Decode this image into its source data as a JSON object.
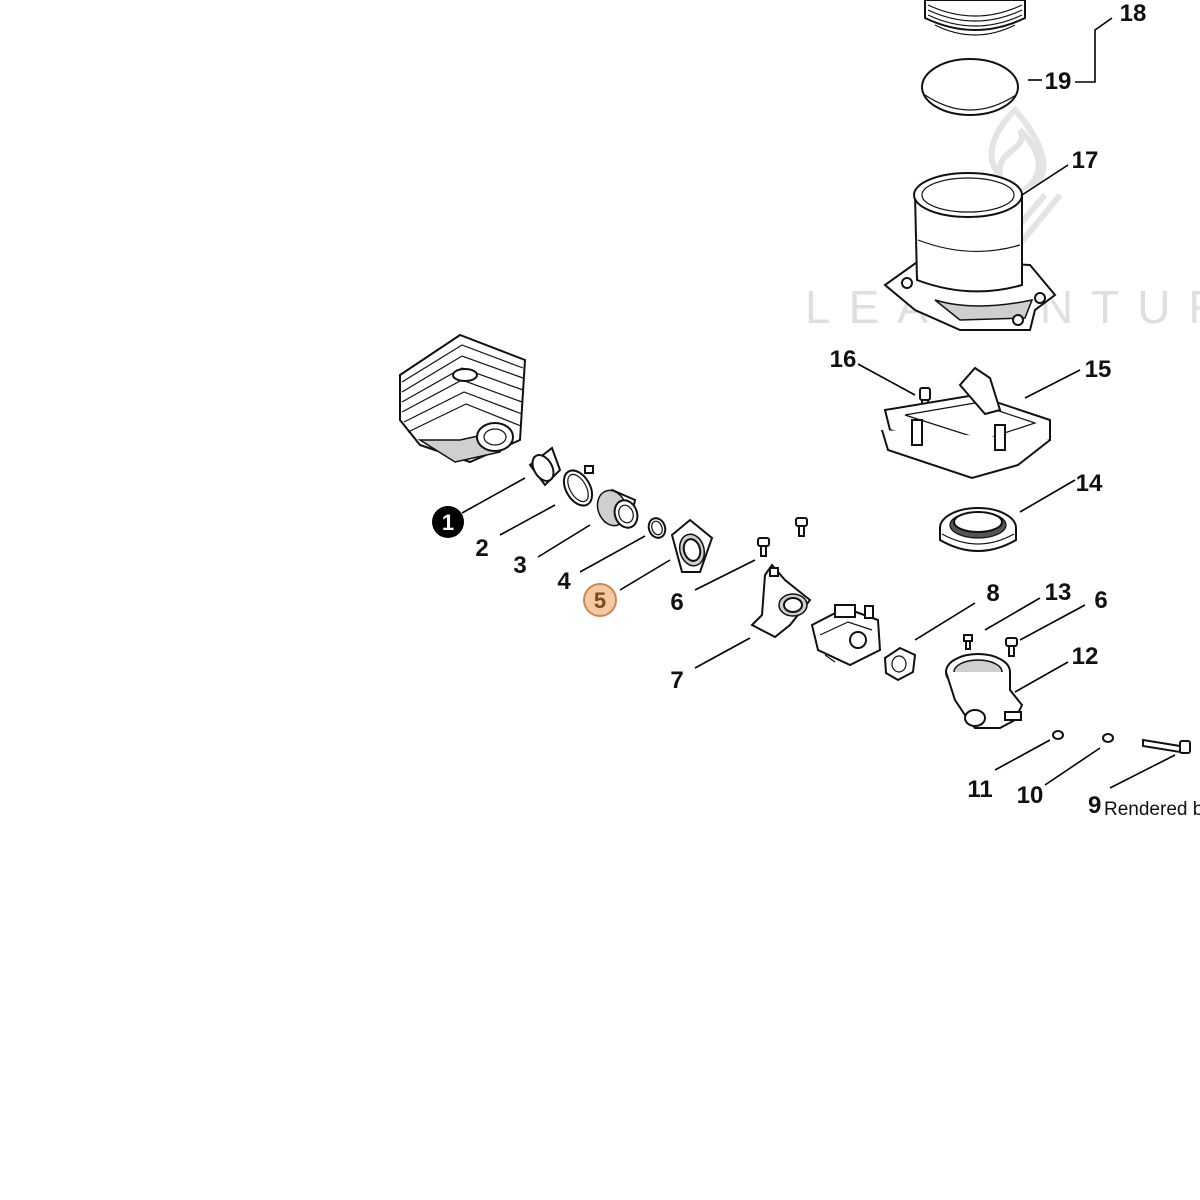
{
  "watermark": {
    "text": "LEAVENTUR"
  },
  "credit": {
    "text": "Rendered by"
  },
  "colors": {
    "highlight_fill": "#f2c9a2",
    "highlight_stroke": "#c98a52",
    "highlight_text": "#7a4a1c",
    "callout_filled": "#000000"
  },
  "callouts": {
    "c1": "1",
    "c2": "2",
    "c3": "3",
    "c4": "4",
    "c5": "5",
    "c6a": "6",
    "c7": "7",
    "c8": "8",
    "c9": "9",
    "c10": "10",
    "c11": "11",
    "c12": "12",
    "c13": "13",
    "c6b": "6",
    "c14": "14",
    "c15": "15",
    "c16": "16",
    "c17": "17",
    "c18": "18",
    "c19": "19"
  }
}
